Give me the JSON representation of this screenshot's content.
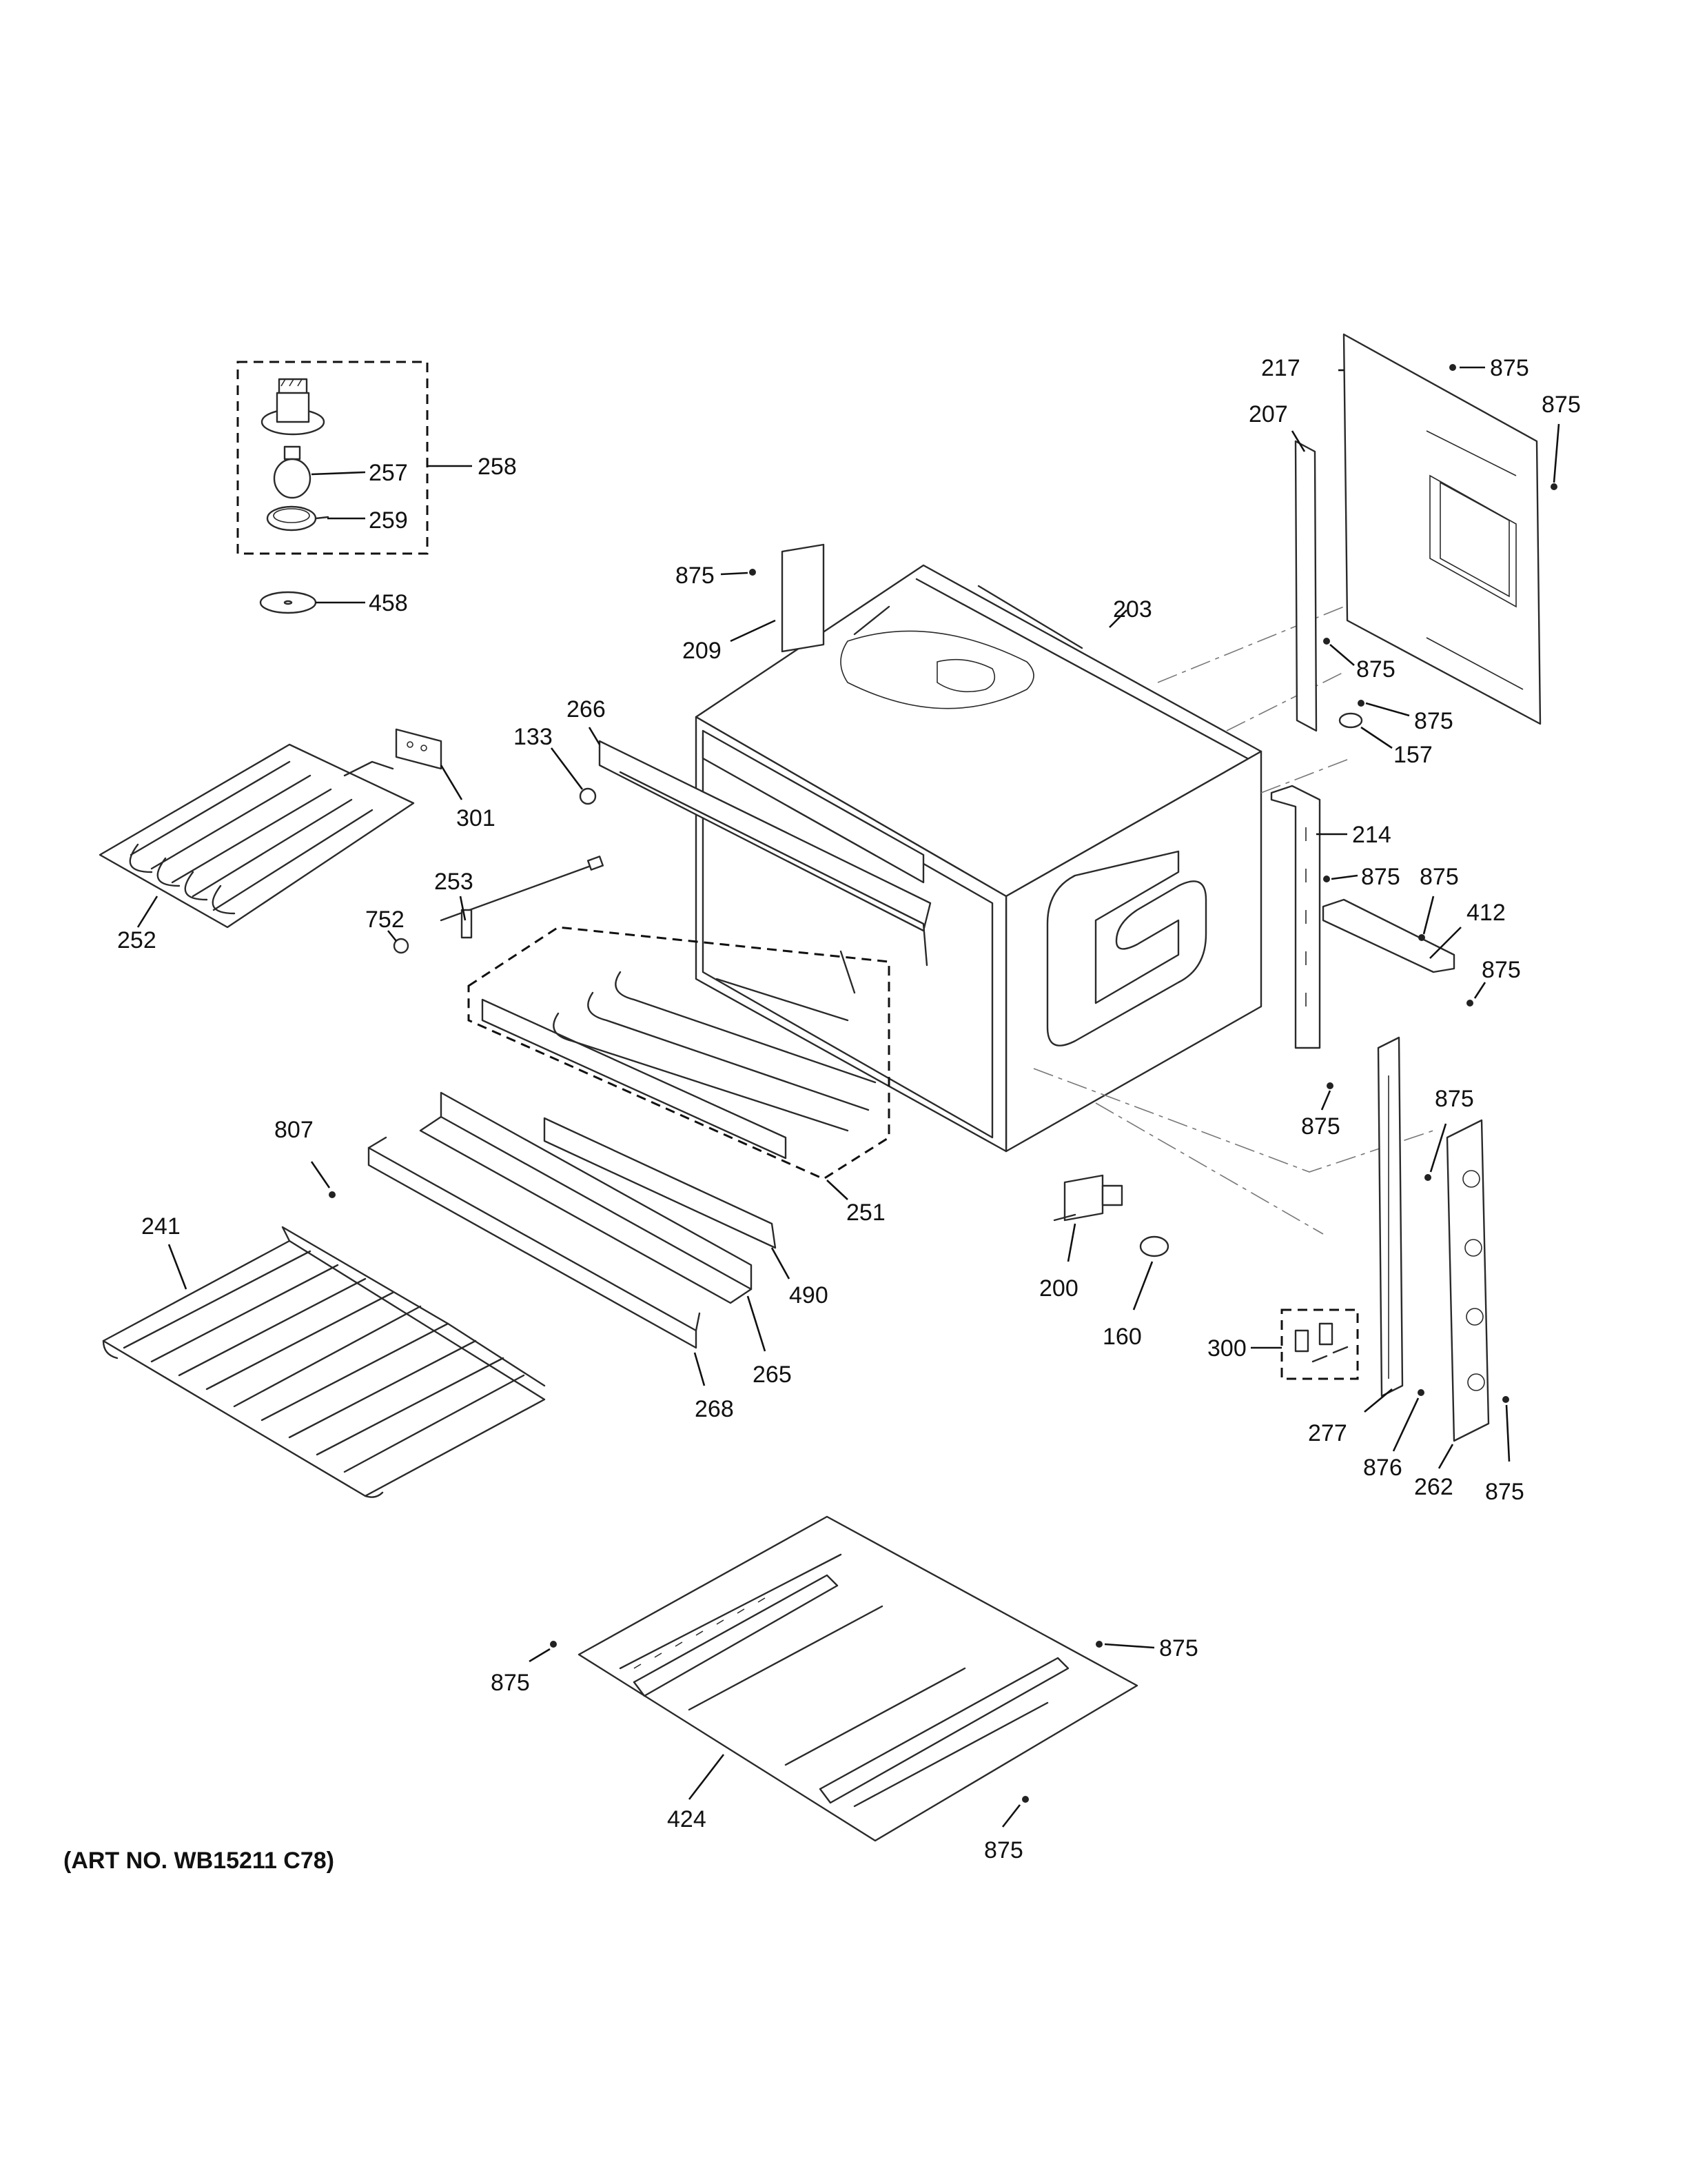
{
  "art_number": "(ART NO. WB15211 C78)",
  "callouts": {
    "c257": "257",
    "c258": "258",
    "c259": "259",
    "c458": "458",
    "c217": "217",
    "c207": "207",
    "c875_top1": "875",
    "c875_top2": "875",
    "c875_mid1": "875",
    "c209": "209",
    "c203": "203",
    "c875_a": "875",
    "c875_b": "875",
    "c157": "157",
    "c266": "266",
    "c133": "133",
    "c301": "301",
    "c252": "252",
    "c253": "253",
    "c752": "752",
    "c214": "214",
    "c875_c": "875",
    "c875_d": "875",
    "c412": "412",
    "c875_e": "875",
    "c875_f": "875",
    "c875_g": "875",
    "c807": "807",
    "c251": "251",
    "c241": "241",
    "c490": "490",
    "c265": "265",
    "c268": "268",
    "c200": "200",
    "c160": "160",
    "c300": "300",
    "c277": "277",
    "c876": "876",
    "c262": "262",
    "c875_h": "875",
    "c875_i": "875",
    "c875_j": "875",
    "c424": "424",
    "c875_k": "875"
  }
}
